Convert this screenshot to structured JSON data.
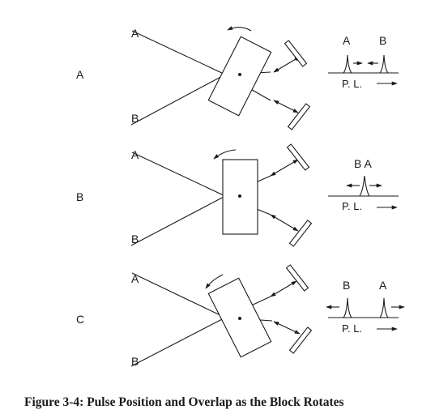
{
  "rows": [
    {
      "row_label": "A",
      "beam_top_label": "A",
      "beam_bottom_label": "B",
      "pulse_left_label": "A",
      "pulse_right_label": "B",
      "axis_label": "P. L."
    },
    {
      "row_label": "B",
      "beam_top_label": "A",
      "beam_bottom_label": "B",
      "pulse_combined_label": "B A",
      "axis_label": "P. L."
    },
    {
      "row_label": "C",
      "beam_top_label": "A",
      "beam_bottom_label": "B",
      "pulse_left_label": "B",
      "pulse_right_label": "A",
      "axis_label": "P. L."
    }
  ],
  "caption": "Figure 3-4: Pulse Position and Overlap as the Block Rotates"
}
